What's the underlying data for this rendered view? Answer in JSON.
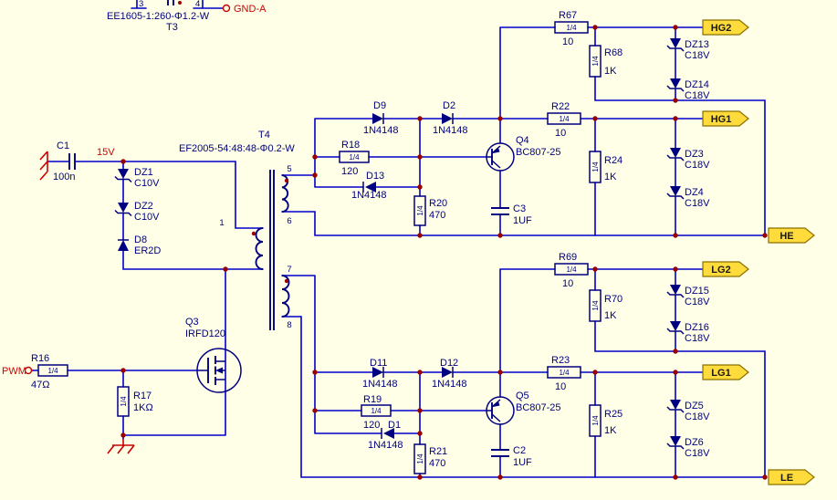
{
  "colors": {
    "background": "#FFFFE8",
    "wire": "#0000CC",
    "symbol": "#000080",
    "junction": "#990000",
    "accent_red": "#CC0000",
    "tag_fill": "#FFDC3C",
    "tag_border": "#8A7000",
    "tag_text": "#1A1A1A"
  },
  "nets": {
    "v15": "15V",
    "pwm": "PWM",
    "gnd_a": "GND-A"
  },
  "ports": {
    "hg2": "HG2",
    "hg1": "HG1",
    "he": "HE",
    "lg2": "LG2",
    "lg1": "LG1",
    "le": "LE"
  },
  "transformers": {
    "t3": {
      "name": "T3",
      "part": "EE1605-1:260-Φ1.2-W",
      "pin3": "3",
      "pin4": "4"
    },
    "t4": {
      "name": "T4",
      "part": "EF2005-54:48:48-Φ0.2-W",
      "pin1": "1",
      "pin5": "5",
      "pin6": "6",
      "pin7": "7",
      "pin8": "8"
    }
  },
  "components": {
    "c1": {
      "name": "C1",
      "value": "100n"
    },
    "c2": {
      "name": "C2",
      "value": "1UF"
    },
    "c3": {
      "name": "C3",
      "value": "1UF"
    },
    "dz1": {
      "name": "DZ1",
      "value": "C10V"
    },
    "dz2": {
      "name": "DZ2",
      "value": "C10V"
    },
    "d8": {
      "name": "D8",
      "value": "ER2D"
    },
    "d9": {
      "name": "D9",
      "value": "1N4148"
    },
    "d2": {
      "name": "D2",
      "value": "1N4148"
    },
    "d13": {
      "name": "D13",
      "value": "1N4148"
    },
    "d11": {
      "name": "D11",
      "value": "1N4148"
    },
    "d12": {
      "name": "D12",
      "value": "1N4148"
    },
    "d1": {
      "name": "D1",
      "value": "1N4148"
    },
    "q3": {
      "name": "Q3",
      "value": "IRFD120"
    },
    "q4": {
      "name": "Q4",
      "value": "BC807-25"
    },
    "q5": {
      "name": "Q5",
      "value": "BC807-25"
    },
    "r16": {
      "name": "R16",
      "rating": "1/4",
      "value": "47Ω"
    },
    "r17": {
      "name": "R17",
      "rating": "1/4",
      "value": "1KΩ"
    },
    "r18": {
      "name": "R18",
      "rating": "1/4",
      "value": "120"
    },
    "r19": {
      "name": "R19",
      "rating": "1/4",
      "value": "120"
    },
    "r20": {
      "name": "R20",
      "rating": "1/4",
      "value": "470"
    },
    "r21": {
      "name": "R21",
      "rating": "1/4",
      "value": "470"
    },
    "r22": {
      "name": "R22",
      "rating": "1/4",
      "value": "10"
    },
    "r23": {
      "name": "R23",
      "rating": "1/4",
      "value": "10"
    },
    "r67": {
      "name": "R67",
      "rating": "1/4",
      "value": "10"
    },
    "r69": {
      "name": "R69",
      "rating": "1/4",
      "value": "10"
    },
    "r68": {
      "name": "R68",
      "rating": "1/4",
      "value": "1K"
    },
    "r24": {
      "name": "R24",
      "rating": "1/4",
      "value": "1K"
    },
    "r70": {
      "name": "R70",
      "rating": "1/4",
      "value": "1K"
    },
    "r25": {
      "name": "R25",
      "rating": "1/4",
      "value": "1K"
    },
    "dz13": {
      "name": "DZ13",
      "value": "C18V"
    },
    "dz14": {
      "name": "DZ14",
      "value": "C18V"
    },
    "dz3": {
      "name": "DZ3",
      "value": "C18V"
    },
    "dz4": {
      "name": "DZ4",
      "value": "C18V"
    },
    "dz15": {
      "name": "DZ15",
      "value": "C18V"
    },
    "dz16": {
      "name": "DZ16",
      "value": "C18V"
    },
    "dz5": {
      "name": "DZ5",
      "value": "C18V"
    },
    "dz6": {
      "name": "DZ6",
      "value": "C18V"
    }
  }
}
